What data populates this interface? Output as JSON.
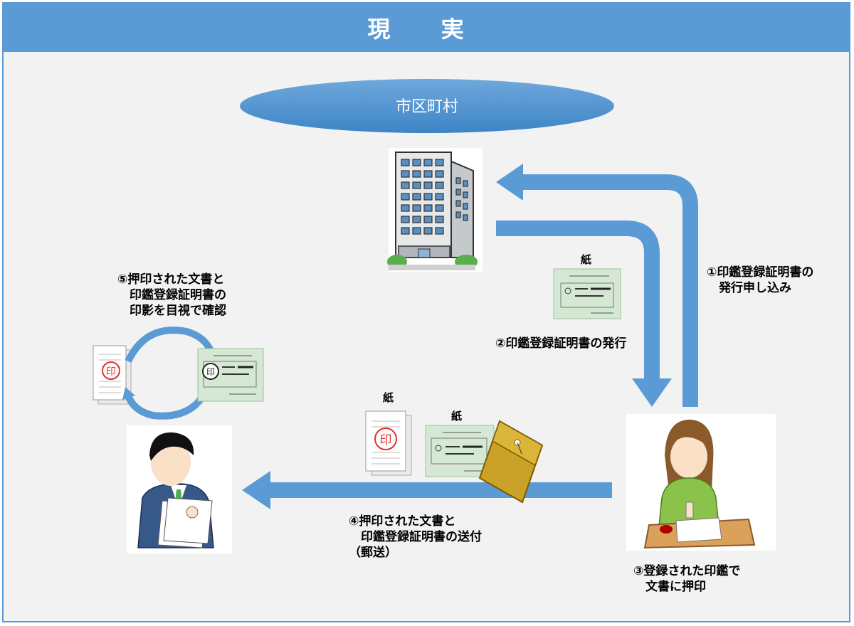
{
  "header": {
    "title": "現 実"
  },
  "ellipse": {
    "label": "市区町村"
  },
  "steps": {
    "s1": "①印鑑登録証明書の\n　発行申し込み",
    "s2": "②印鑑登録証明書の発行",
    "s3": "③登録された印鑑で\n　文書に押印",
    "s4": "④押印された文書と\n　印鑑登録証明書の送付\n（郵送）",
    "s5": "⑤押印された文書と\n　印鑑登録証明書の\n　印影を目視で確認"
  },
  "paper_labels": {
    "p1": "紙",
    "p2": "紙",
    "p3": "紙"
  },
  "stamp_char": "印",
  "colors": {
    "frame": "#5b9bd5",
    "arrow": "#5b9bd5",
    "background": "#f2f2f2",
    "stamp": "#e03030",
    "certificate": "#d5e8d4"
  }
}
